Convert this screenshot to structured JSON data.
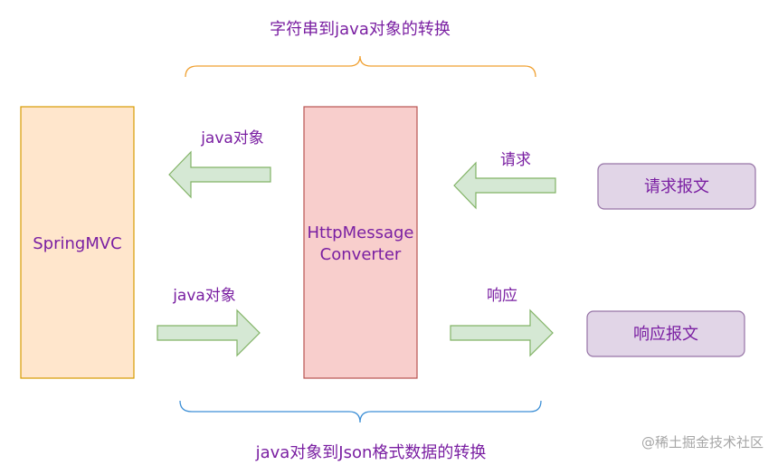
{
  "top_caption": "字符串到java对象的转换",
  "bottom_caption": "java对象到Json格式数据的转换",
  "boxes": {
    "springmvc": "SpringMVC",
    "converter_line1": "HttpMessage",
    "converter_line2": "Converter",
    "request_message": "请求报文",
    "response_message": "响应报文"
  },
  "arrows": {
    "top_left": "java对象",
    "top_right": "请求",
    "bottom_left": "java对象",
    "bottom_right": "响应"
  },
  "watermark": "@稀土掘金技术社区",
  "colors": {
    "text": "#7a1fa2",
    "springmvc_fill": "#ffe6cc",
    "springmvc_stroke": "#d79b00",
    "converter_fill": "#f8cecc",
    "converter_stroke": "#b85450",
    "message_fill": "#e1d5e7",
    "message_stroke": "#9673a6",
    "arrow_fill": "#d5e8d4",
    "arrow_stroke": "#82b366",
    "top_brace": "#f0a030",
    "bottom_brace": "#3d8fd6"
  }
}
